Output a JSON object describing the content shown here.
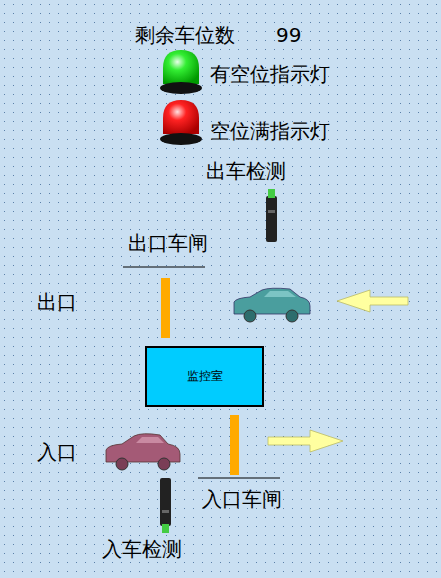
{
  "diagram": {
    "nodes": [
      {
        "text": [
          "监控室"
        ]
      }
    ],
    "labels": [
      "剩余车位数",
      "99",
      "有空位指示灯",
      "空位满指示灯",
      "出车检测",
      "出口车闸",
      "出口",
      "入口",
      "入口车闸",
      "入车检测"
    ]
  }
}
